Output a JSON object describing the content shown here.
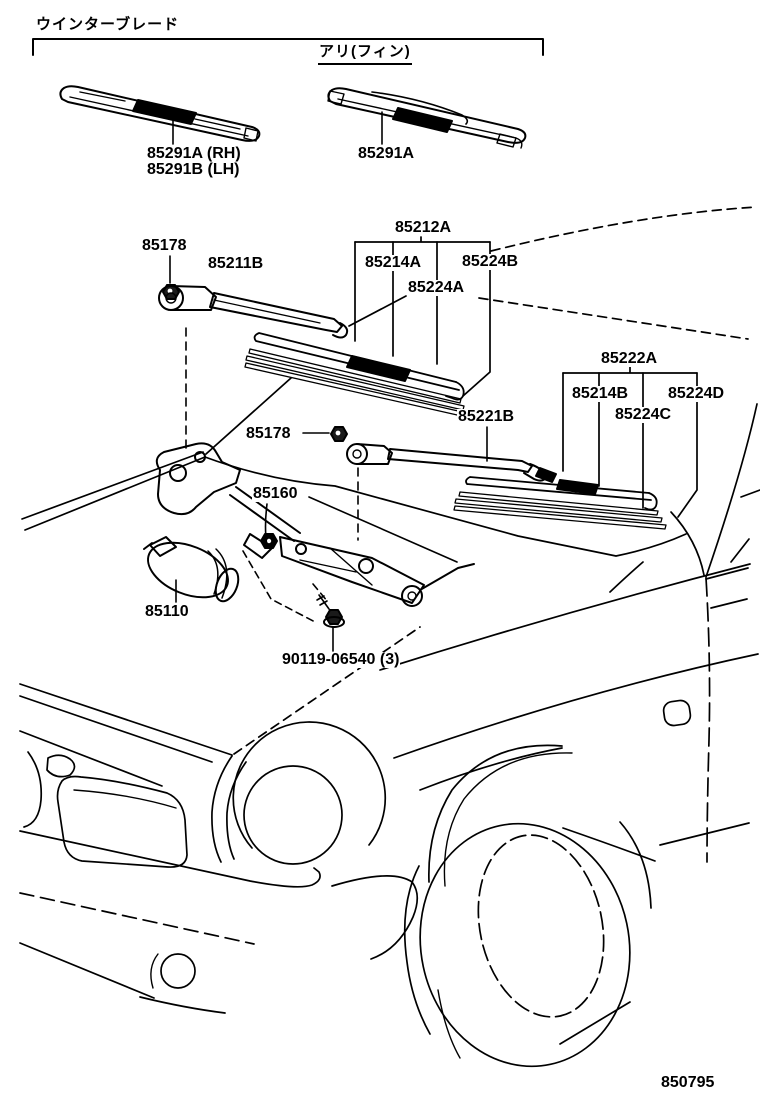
{
  "diagram": {
    "title": "ウインターブレード",
    "figure_code": "850795"
  },
  "labels": {
    "header": "ウインターブレード",
    "fin_type": "アリ(フィン)",
    "blade_rh": "85291A (RH)",
    "blade_lh": "85291B (LH)",
    "blade_fin": "85291A",
    "nut_a": "85178",
    "arm_a": "85211B",
    "assy_a": "85212A",
    "insert_a": "85214A",
    "clip_b": "85224B",
    "clip_a": "85224A",
    "assy_b": "85222A",
    "insert_b": "85214B",
    "clip_d": "85224D",
    "clip_c": "85224C",
    "arm_b": "85221B",
    "nut_b": "85178",
    "link": "85160",
    "motor": "85110",
    "bolt": "90119-06540 (3)",
    "fig": "850795"
  }
}
